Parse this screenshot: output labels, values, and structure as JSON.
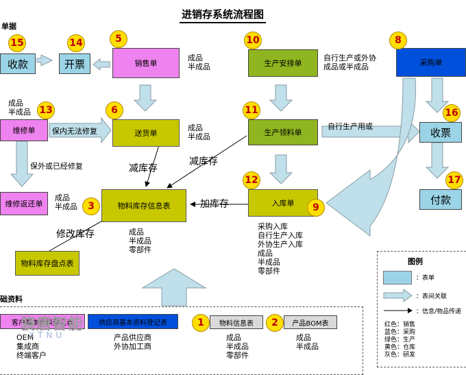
{
  "title": "进销存系统流程图",
  "section_left_top": "单据",
  "section_left_bottom": "础资料",
  "boxes": {
    "b15": "收款",
    "b14": "开票",
    "b5": "销售单",
    "b10": "生产安排单",
    "b8": "采购单",
    "b13": "维修单",
    "b6": "送货单",
    "b11": "生产领料单",
    "b16": "收票",
    "b_repair_return": "维修返还单",
    "b3": "物料库存信息表",
    "b12": "入库单",
    "b17": "付款",
    "b_stocktake": "物料库存盘点表",
    "b_customer": "客户基本资料登记表",
    "b_supplier": "供应商基本资料登记表",
    "b1": "物料信息表",
    "b2": "产品BOM表"
  },
  "numbers": {
    "n15": "15",
    "n14": "14",
    "n5": "5",
    "n10": "10",
    "n8": "8",
    "n13": "13",
    "n6": "6",
    "n11": "11",
    "n16": "16",
    "n3": "3",
    "n12": "12",
    "n9": "9",
    "n17": "17",
    "n1": "1",
    "n2": "2"
  },
  "labels": {
    "sales_products": [
      "成品",
      "半成品"
    ],
    "prod_plan_note": [
      "自行生产或外协",
      "成品或半成品"
    ],
    "repair_products": [
      "成品",
      "半成品"
    ],
    "warranty_in": "保内无法修复",
    "delivery_products": [
      "成品",
      "半成品"
    ],
    "self_produce": "自行生产用或",
    "warranty_out": "保外或已经修复",
    "reduce_stock_1": "减库存",
    "reduce_stock_2": "减库存",
    "return_products": [
      "成品",
      "半成品"
    ],
    "add_stock": "加库存",
    "modify_stock": "修改库存",
    "inventory_items": [
      "成品",
      "半成品",
      "零部件"
    ],
    "inbound_types": [
      "采购入库",
      "自行生产入库",
      "外协生产入库",
      "成品",
      "半成品",
      "零部件"
    ],
    "customer_types": [
      "OEM",
      "集成商",
      "终端客户"
    ],
    "supplier_types": [
      "产品供应商",
      "外协加工商"
    ],
    "material_types": [
      "成品",
      "半成品",
      "零部件"
    ],
    "bom_types": [
      "成品",
      "半成品"
    ]
  },
  "watermark": {
    "text": "骁唐智能",
    "sub": "XTNU"
  },
  "legend": {
    "title": "图例",
    "items": [
      {
        "label": "：表单",
        "icon": "form-shape-icon"
      },
      {
        "label": "：表间关联",
        "icon": "association-arrow-icon"
      },
      {
        "label": "：信息/物品传递",
        "icon": "transfer-arrow-icon"
      }
    ],
    "colors": [
      "红色：销售",
      "蓝色：采购",
      "绿色：生产",
      "黄色：仓库",
      "灰色：研发"
    ]
  },
  "colors": {
    "sales": "#ee82ee",
    "production": "#8fb520",
    "warehouse": "#c8c800",
    "purchase": "#0050dc",
    "finance": "#9ad4e6",
    "rnd": "#dadada",
    "badge": "#ffde00"
  }
}
